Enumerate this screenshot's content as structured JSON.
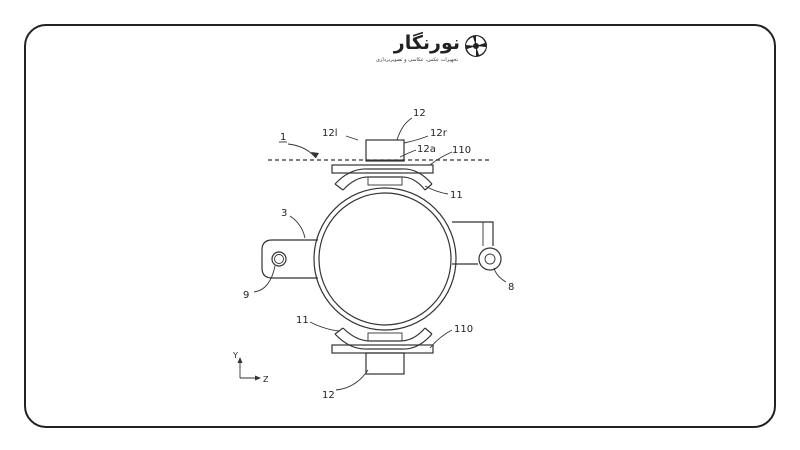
{
  "logo": {
    "name": "نورنگار",
    "tagline": "تجهیزات عکس، عکاسی و تصویربرداری"
  },
  "labels": {
    "ref_1": "1",
    "ref_12_top": "12",
    "ref_12l": "12l",
    "ref_12r": "12r",
    "ref_12a": "12a",
    "ref_110_top": "110",
    "ref_11_top": "11",
    "ref_3": "3",
    "ref_9": "9",
    "ref_8": "8",
    "ref_11_bottom": "11",
    "ref_110_bottom": "110",
    "ref_12_bottom": "12"
  },
  "axes": {
    "y": "Y",
    "z": "Z"
  }
}
